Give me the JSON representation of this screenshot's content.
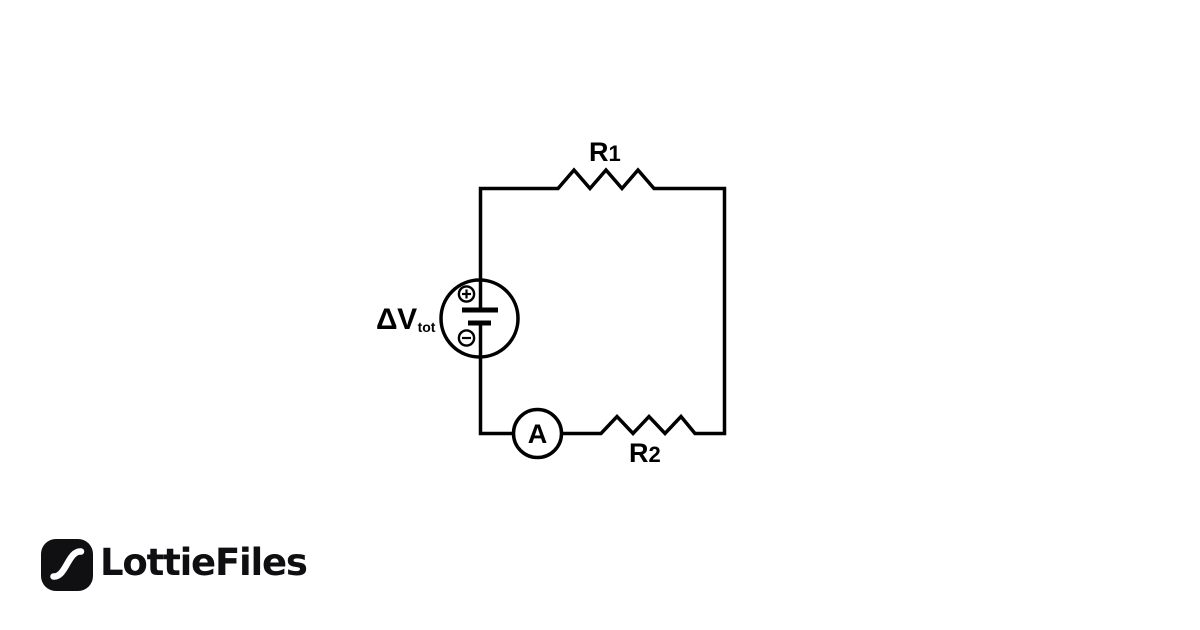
{
  "circuit": {
    "resistor1": {
      "name": "R",
      "index": "1"
    },
    "resistor2": {
      "name": "R",
      "index": "2"
    },
    "voltage_source": {
      "prefix": "ΔV",
      "subscript": "tot"
    },
    "ammeter_label": "A"
  },
  "icons": {
    "battery_positive": "plus-circle-icon",
    "battery_negative": "minus-circle-icon",
    "logo_mark": "lottiefiles-wave-icon"
  },
  "colors": {
    "background": "#ffffff",
    "line": "#000000",
    "logo_background": "#101013",
    "logo_text": "#0f0f12"
  },
  "branding": {
    "wordmark": "LottieFiles"
  }
}
